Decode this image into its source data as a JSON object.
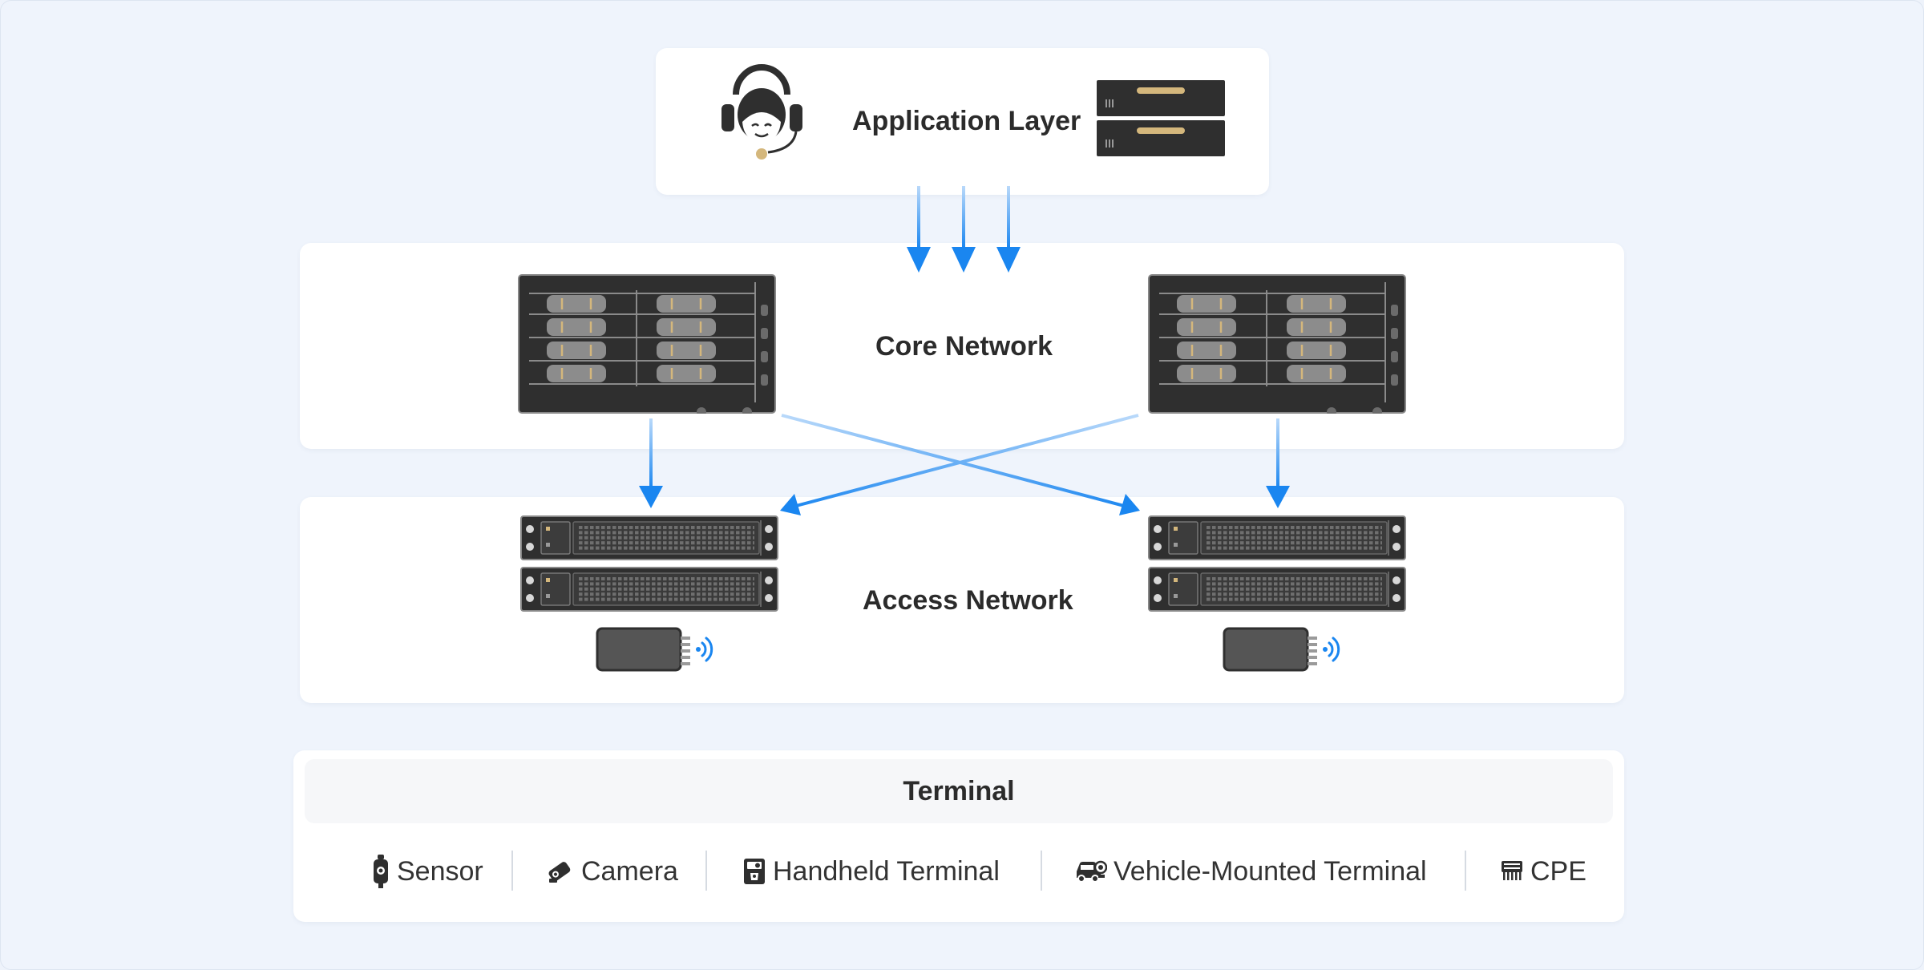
{
  "application_layer": {
    "title": "Application Layer",
    "icons": [
      "headset-agent-icon",
      "server-icon"
    ]
  },
  "core_network": {
    "title": "Core Network",
    "icons": [
      "core-server-rack-icon"
    ]
  },
  "access_network": {
    "title": "Access Network",
    "icons": [
      "access-switch-icon",
      "wireless-base-station-icon"
    ]
  },
  "terminal": {
    "title": "Terminal",
    "items": [
      {
        "label": "Sensor",
        "icon": "sensor-icon"
      },
      {
        "label": "Camera",
        "icon": "camera-icon"
      },
      {
        "label": "Handheld Terminal",
        "icon": "handheld-terminal-icon"
      },
      {
        "label": "Vehicle-Mounted Terminal",
        "icon": "vehicle-mounted-terminal-icon"
      },
      {
        "label": "CPE",
        "icon": "cpe-icon"
      }
    ]
  },
  "colors": {
    "arrow": "#1a86f0",
    "arrow_light": "#b9d9fa",
    "device_dark": "#2f2f2f",
    "accent_gold": "#d4b77c"
  }
}
